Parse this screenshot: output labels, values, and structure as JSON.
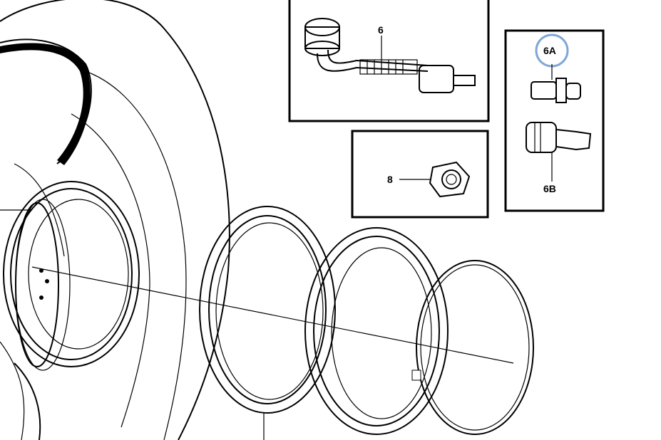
{
  "diagram": {
    "callouts": {
      "part_6": "6",
      "part_6a": "6A",
      "part_6b": "6B",
      "part_8": "8"
    },
    "highlight_color": "#7FA7D6",
    "line_color": "#000000"
  }
}
